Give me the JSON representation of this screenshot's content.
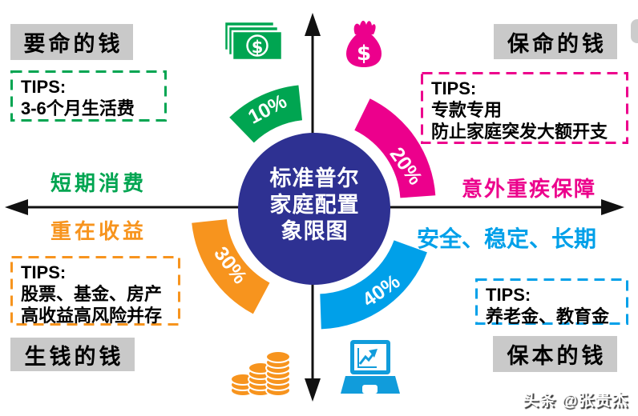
{
  "center_circle": {
    "line1": "标准普尔",
    "line2": "家庭配置",
    "line3": "象限图",
    "color": "#2e3192"
  },
  "quadrants": {
    "top_left": {
      "box_label": "要命的钱",
      "tips_title": "TIPS:",
      "tips_line1": "3-6个月生活费",
      "axis_label": "短期消费",
      "percent": "10%",
      "color": "#00a551",
      "icon": "banknotes-icon"
    },
    "top_right": {
      "box_label": "保命的钱",
      "tips_title": "TIPS:",
      "tips_line1": "专款专用",
      "tips_line2": "防止家庭突发大额开支",
      "axis_label": "意外重疾保障",
      "percent": "20%",
      "color": "#ec008c",
      "icon": "money-bag-icon"
    },
    "bottom_left": {
      "box_label": "生钱的钱",
      "tips_title": "TIPS:",
      "tips_line1": "股票、基金、房产",
      "tips_line2": "高收益高风险并存",
      "axis_label": "重在收益",
      "percent": "30%",
      "color": "#f7941e",
      "icon": "coins-icon"
    },
    "bottom_right": {
      "box_label": "保本的钱",
      "tips_title": "TIPS:",
      "tips_line1": "养老金、教育金",
      "axis_label": "安全、稳定、长期",
      "percent": "40%",
      "color": "#00a0e9",
      "icon": "laptop-chart-icon"
    }
  },
  "watermark": "头条 @张贵杰",
  "chart_data": {
    "type": "pie",
    "title": "标准普尔家庭配置象限图",
    "categories": [
      "要命的钱(短期消费)",
      "保命的钱(意外重疾保障)",
      "生钱的钱(重在收益)",
      "保本的钱(安全、稳定、长期)"
    ],
    "values": [
      10,
      20,
      30,
      40
    ],
    "colors": [
      "#00a551",
      "#ec008c",
      "#f7941e",
      "#00a0e9"
    ]
  }
}
